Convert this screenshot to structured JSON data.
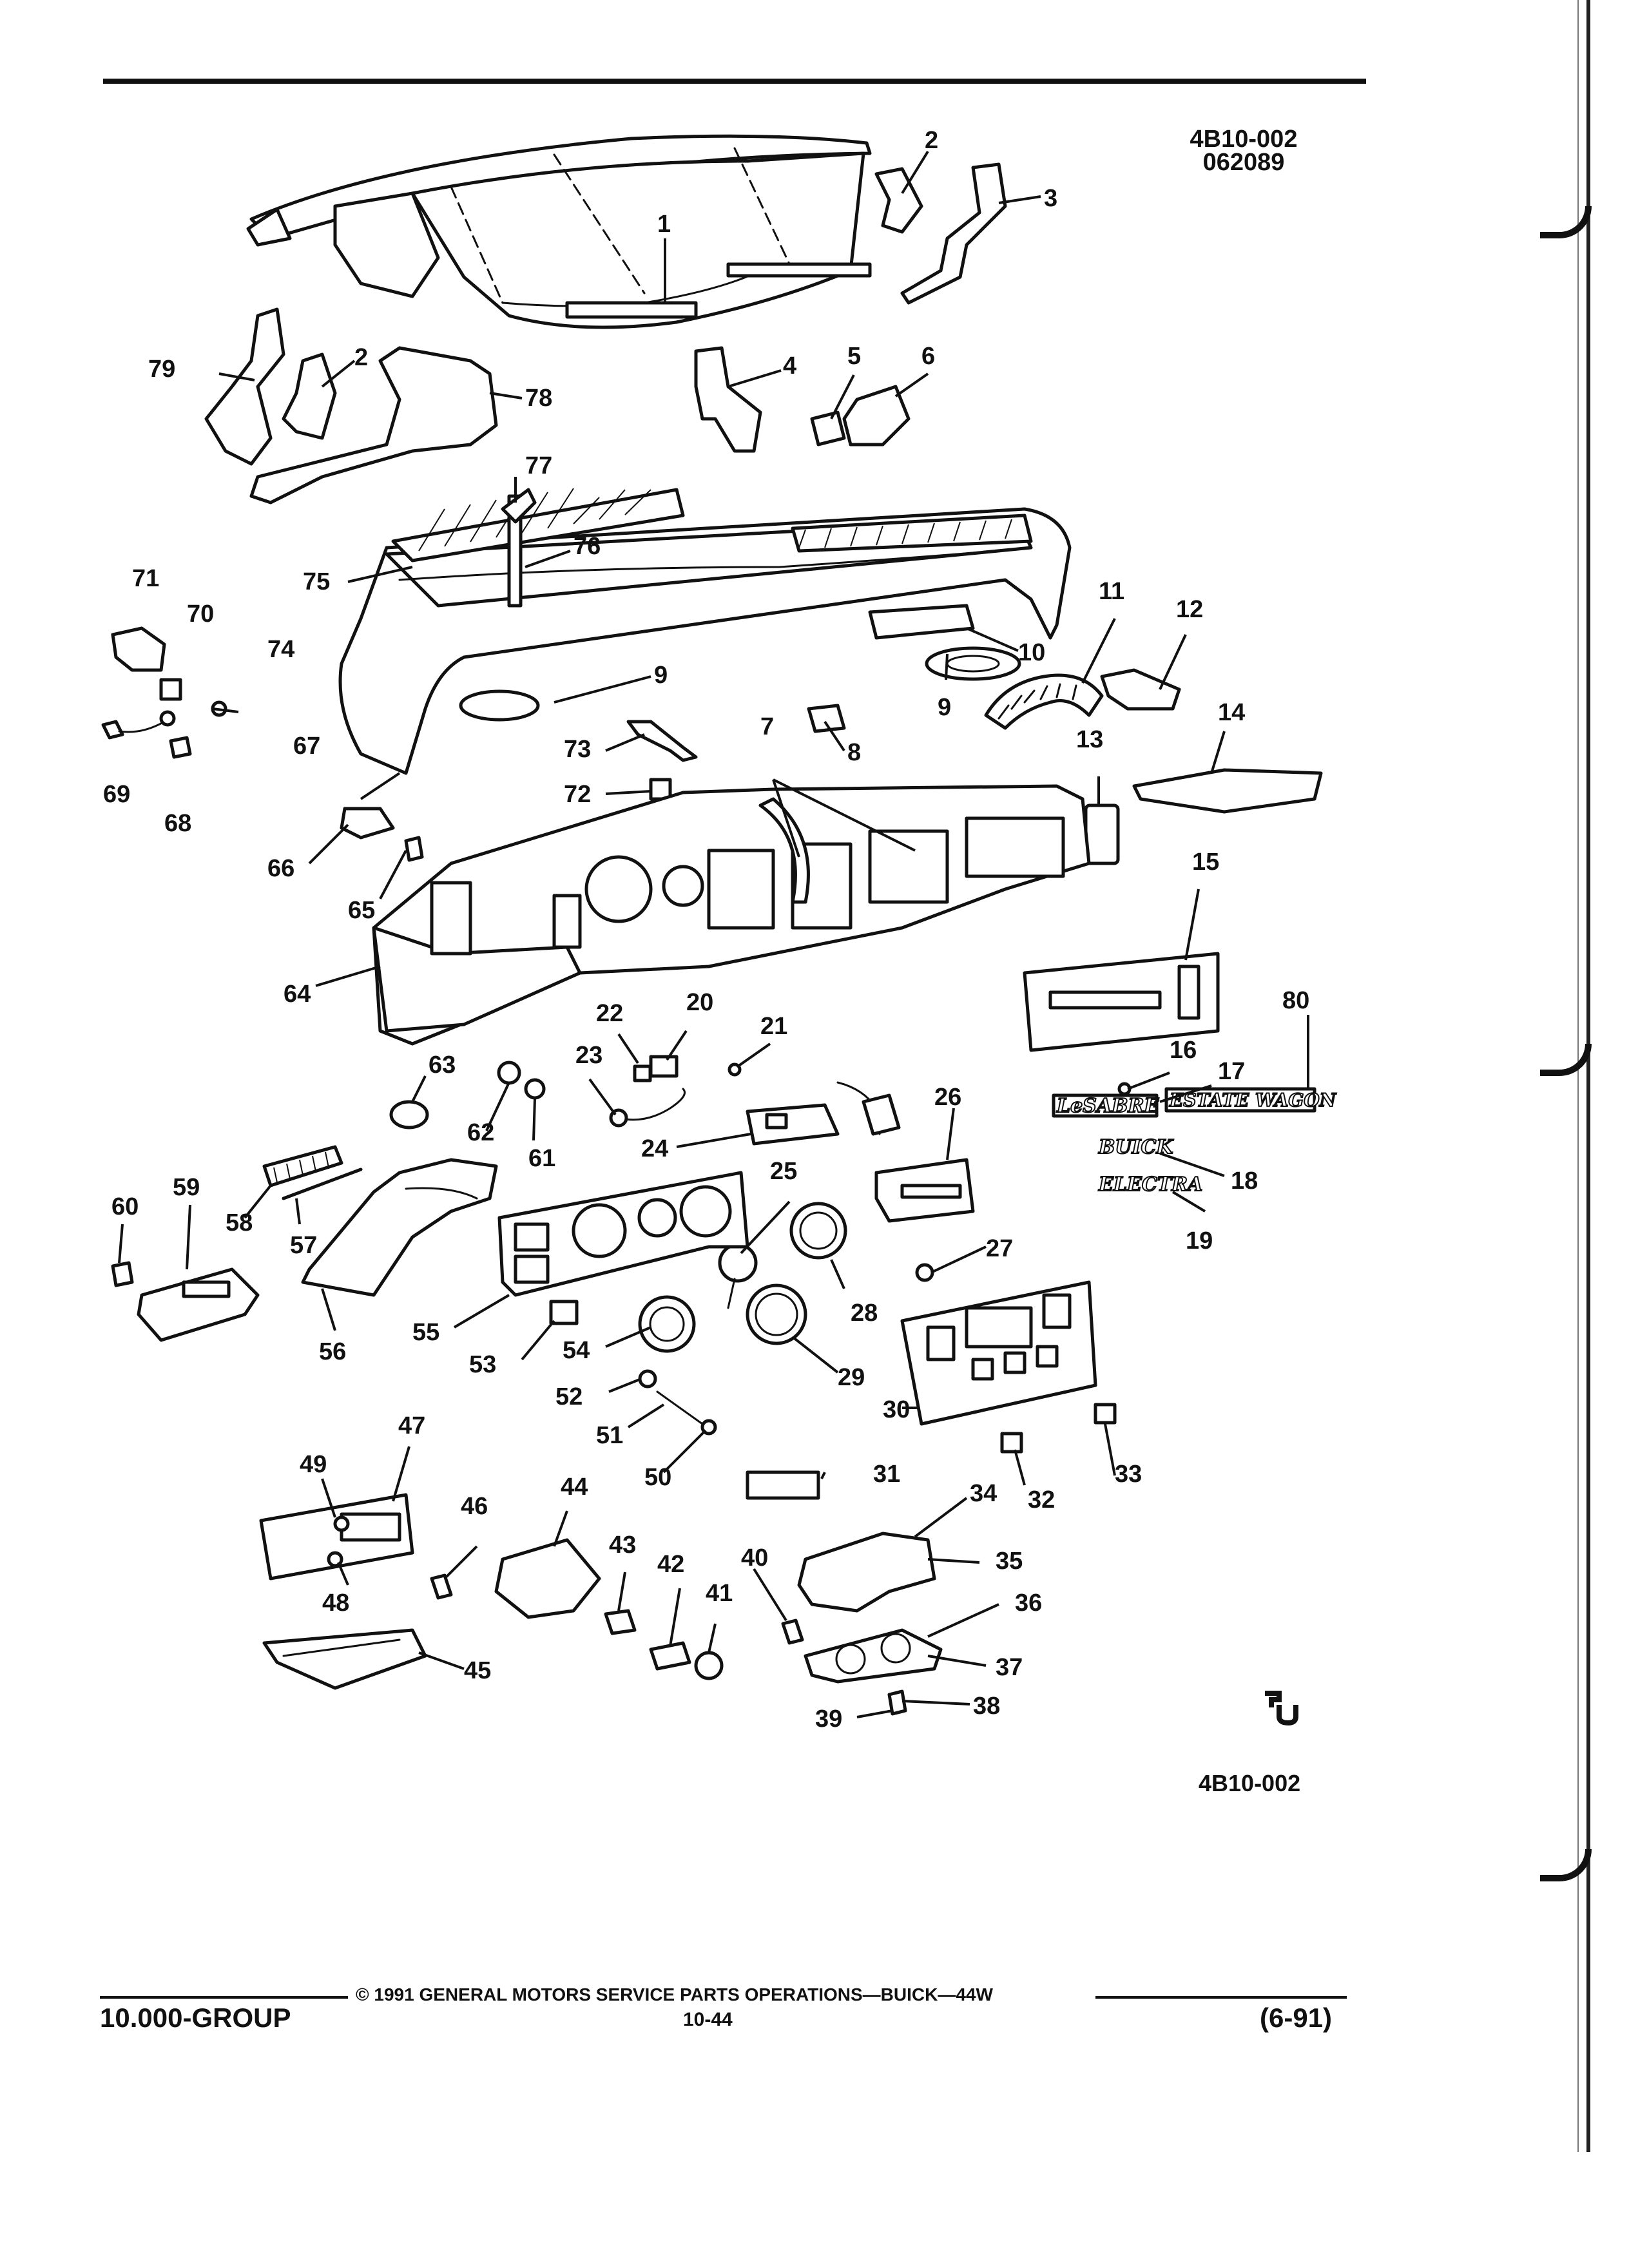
{
  "header": {
    "drawing_code_line1": "4B10-002",
    "drawing_code_line2": "062089"
  },
  "callouts": {
    "c1": "1",
    "c2a": "2",
    "c2b": "2",
    "c3": "3",
    "c4": "4",
    "c5": "5",
    "c6": "6",
    "c7": "7",
    "c8": "8",
    "c9a": "9",
    "c9b": "9",
    "c10": "10",
    "c11": "11",
    "c12": "12",
    "c13": "13",
    "c14": "14",
    "c15": "15",
    "c16": "16",
    "c17": "17",
    "c18": "18",
    "c19": "19",
    "c20": "20",
    "c21": "21",
    "c22": "22",
    "c23": "23",
    "c24": "24",
    "c25": "25",
    "c26": "26",
    "c27": "27",
    "c28": "28",
    "c29": "29",
    "c30": "30",
    "c31": "31",
    "c32": "32",
    "c33": "33",
    "c34": "34",
    "c35": "35",
    "c36": "36",
    "c37": "37",
    "c38": "38",
    "c39": "39",
    "c40": "40",
    "c41": "41",
    "c42": "42",
    "c43": "43",
    "c44": "44",
    "c45": "45",
    "c46": "46",
    "c47": "47",
    "c48": "48",
    "c49": "49",
    "c50": "50",
    "c51": "51",
    "c52": "52",
    "c53": "53",
    "c54": "54",
    "c55": "55",
    "c56": "56",
    "c57": "57",
    "c58": "58",
    "c59": "59",
    "c60": "60",
    "c61": "61",
    "c62": "62",
    "c63": "63",
    "c64": "64",
    "c65": "65",
    "c66": "66",
    "c67": "67",
    "c68": "68",
    "c69": "69",
    "c70": "70",
    "c71": "71",
    "c72": "72",
    "c73": "73",
    "c74": "74",
    "c75": "75",
    "c76": "76",
    "c77": "77",
    "c78": "78",
    "c79": "79",
    "c80": "80"
  },
  "emblems": {
    "lesabre": "LeSABRE",
    "estate_wagon": "ESTATE WAGON",
    "buick": "BUICK",
    "electra": "ELECTRA"
  },
  "footer": {
    "group": "10.000-GROUP",
    "copyright": "© 1991 GENERAL MOTORS SERVICE PARTS OPERATIONS—BUICK—44W",
    "page": "10-44",
    "date": "(6-91)",
    "drawing_code": "4B10-002"
  }
}
